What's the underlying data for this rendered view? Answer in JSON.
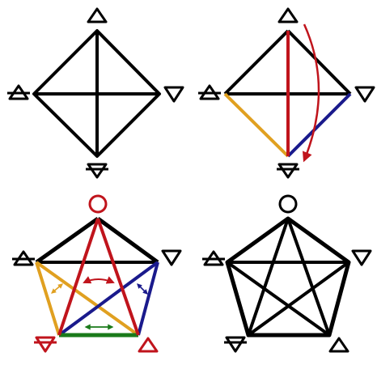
{
  "panels": [
    {
      "id": "top-left",
      "description_shape": "square-with-cross",
      "symbols": [
        "fire",
        "air",
        "water",
        "earth"
      ]
    },
    {
      "id": "top-right",
      "description_shape": "square-with-colored-edges-and-arrow",
      "symbols": [
        "fire",
        "air",
        "water",
        "earth"
      ]
    },
    {
      "id": "bottom-left",
      "description_shape": "pentagon-with-colored-diagonals",
      "symbols": [
        "spirit",
        "air",
        "water",
        "earth",
        "fire"
      ]
    },
    {
      "id": "bottom-right",
      "description_shape": "pentagram",
      "symbols": [
        "spirit",
        "air",
        "water",
        "earth",
        "fire"
      ]
    }
  ],
  "colors": {
    "black": "#000000",
    "red": "#c0141c",
    "orange": "#e0a020",
    "blue": "#1a1a8c",
    "green": "#1a7a1a"
  }
}
